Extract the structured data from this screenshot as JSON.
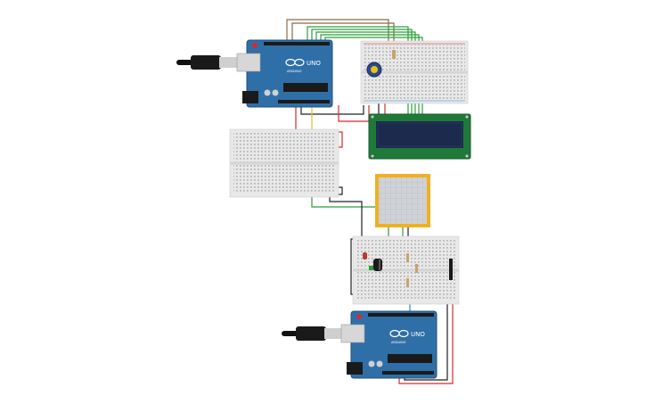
{
  "colors": {
    "arduino_board": "#2f6fa8",
    "arduino_edge": "#1f4f80",
    "breadboard": "#e8e8e8",
    "lcd_frame": "#1f7a3a",
    "lcd_screen": "#1b2a4d",
    "panel_frame": "#f0b020",
    "panel_inner": "#cfd2d6",
    "wire_red": "#d62b2b",
    "wire_black": "#222222",
    "wire_green": "#2e9e3a",
    "wire_yellow": "#e6c21a",
    "wire_orange": "#e0861a",
    "wire_blue": "#2a8fd0",
    "wire_brown": "#8a6a4a"
  },
  "boards": {
    "top": {
      "logo": "UNO",
      "brand": "ARDUINO"
    },
    "bottom": {
      "logo": "UNO",
      "brand": "ARDUINO"
    }
  },
  "icons": {
    "arduino_logo": "infinity-icon",
    "usb_cable": "usb-plug-icon",
    "potentiometer": "knob-icon"
  }
}
